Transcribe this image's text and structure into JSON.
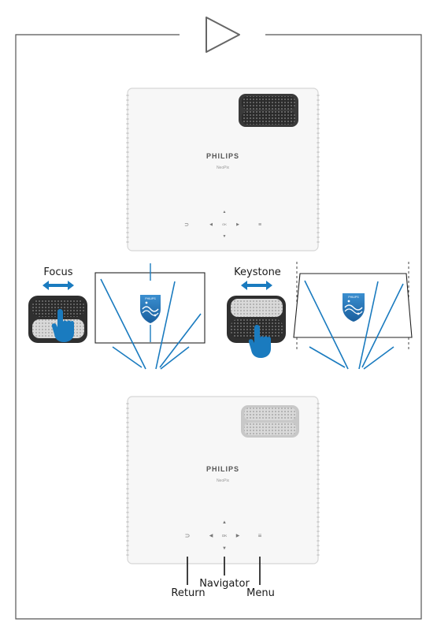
{
  "labels": {
    "focus": "Focus",
    "keystone": "Keystone",
    "return": "Return",
    "navigator": "Navigator",
    "menu": "Menu"
  },
  "device": {
    "brand": "PHILIPS",
    "model": "NeoPix",
    "ok": "OK",
    "up": "▲",
    "down": "▼",
    "left": "◀",
    "right": "▶",
    "return_symbol": "⊃",
    "menu_symbol": "≡"
  },
  "screen_logo": {
    "brand": "PHILIPS"
  },
  "colors": {
    "accent": "#1a7bbf",
    "frame": "#555555",
    "device_body": "#f4f4f4",
    "grille_dark": "#2b2b2b",
    "grille_light": "#9a9a9a"
  },
  "icons": {
    "header": "play-triangle-icon",
    "hand": "pointing-hand-icon",
    "arrow": "double-arrow-icon"
  }
}
